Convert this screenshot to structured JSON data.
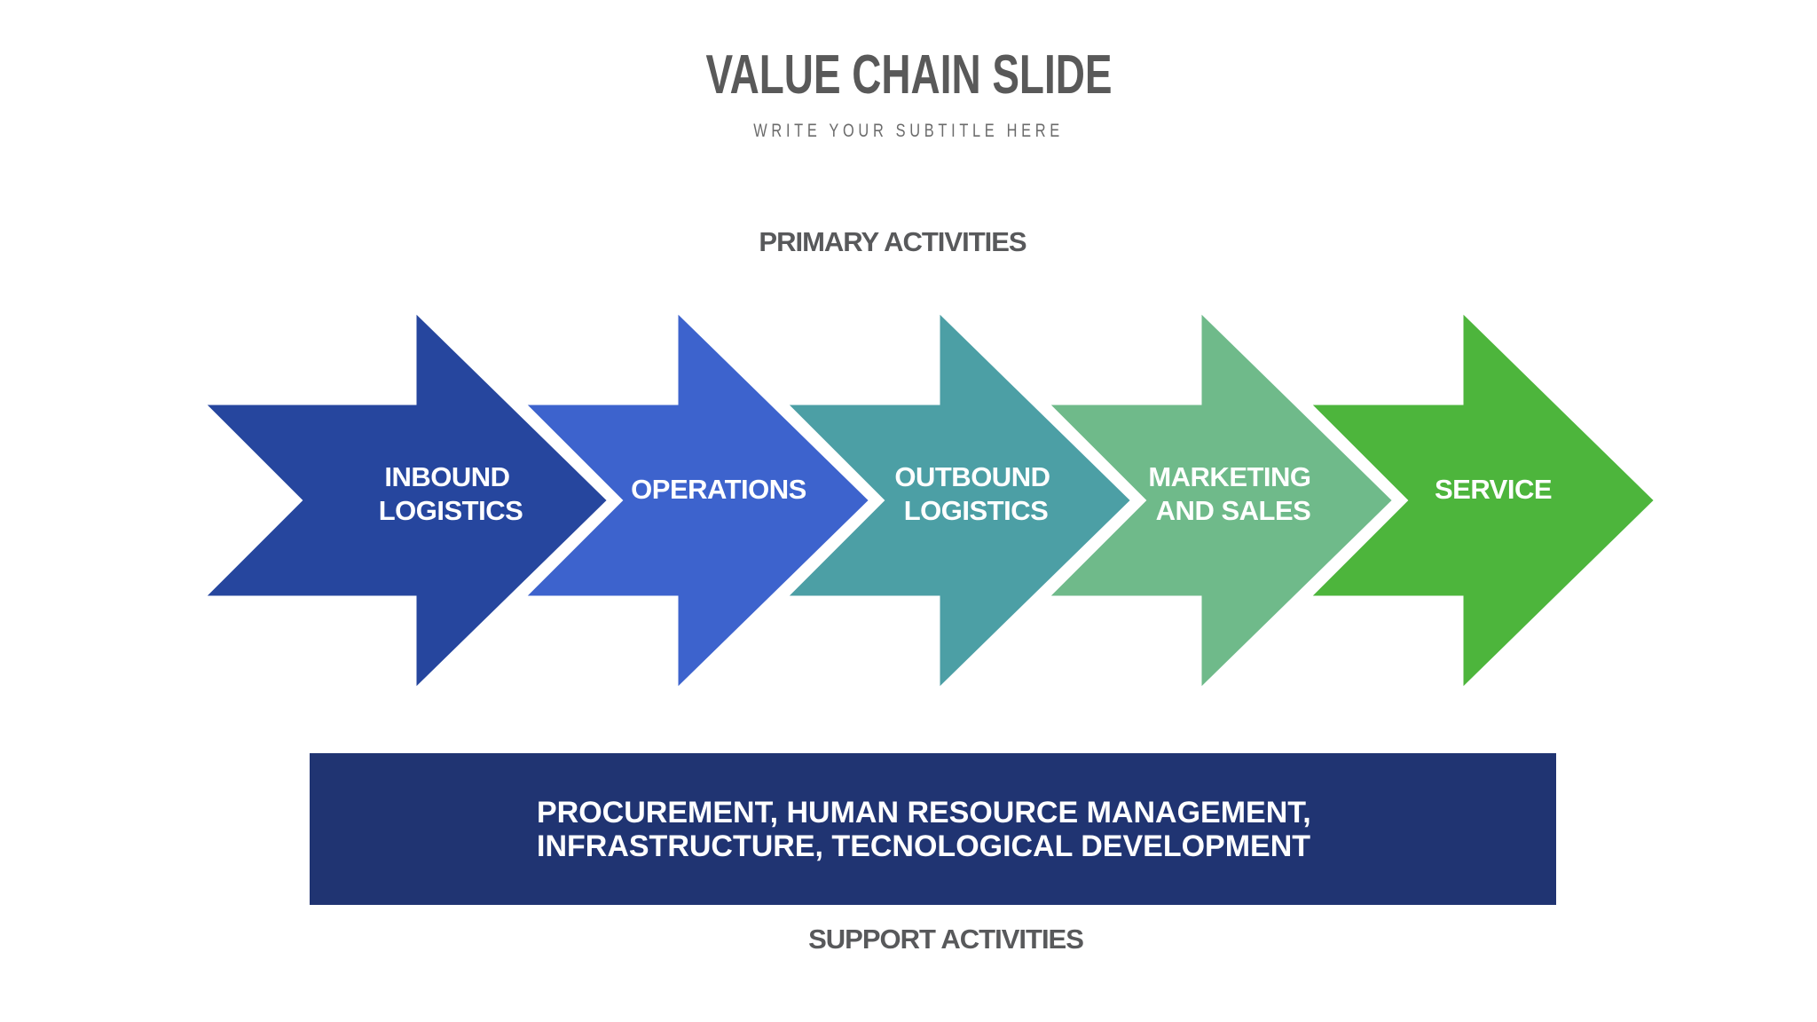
{
  "slide": {
    "title": "VALUE CHAIN SLIDE",
    "subtitle": "WRITE YOUR SUBTITLE HERE"
  },
  "primary_activities": {
    "heading": "PRIMARY ACTIVITIES",
    "arrows": [
      {
        "line1": "INBOUND",
        "line2": "LOGISTICS",
        "color": "#26469E"
      },
      {
        "line1": "OPERATIONS",
        "color": "#3D63CD"
      },
      {
        "line1": "OUTBOUND",
        "line2": "LOGISTICS",
        "color": "#4C9FA5"
      },
      {
        "line1": "MARKETING",
        "line2": "AND SALES",
        "color": "#6FBA8A"
      },
      {
        "line1": "SERVICE",
        "color": "#4DB53C"
      }
    ]
  },
  "support_activities": {
    "heading": "SUPPORT ACTIVITIES",
    "bar": {
      "color": "#203472",
      "line1": "PROCUREMENT, HUMAN RESOURCE MANAGEMENT,",
      "line2": "INFRASTRUCTURE, TECNOLOGICAL DEVELOPMENT"
    }
  },
  "palette": {
    "heading_gray": "#595959",
    "subtitle_gray": "#6B6B6B",
    "label_white": "#FFFFFF",
    "background": "#FFFFFF",
    "outline_white": "#FFFFFF"
  }
}
